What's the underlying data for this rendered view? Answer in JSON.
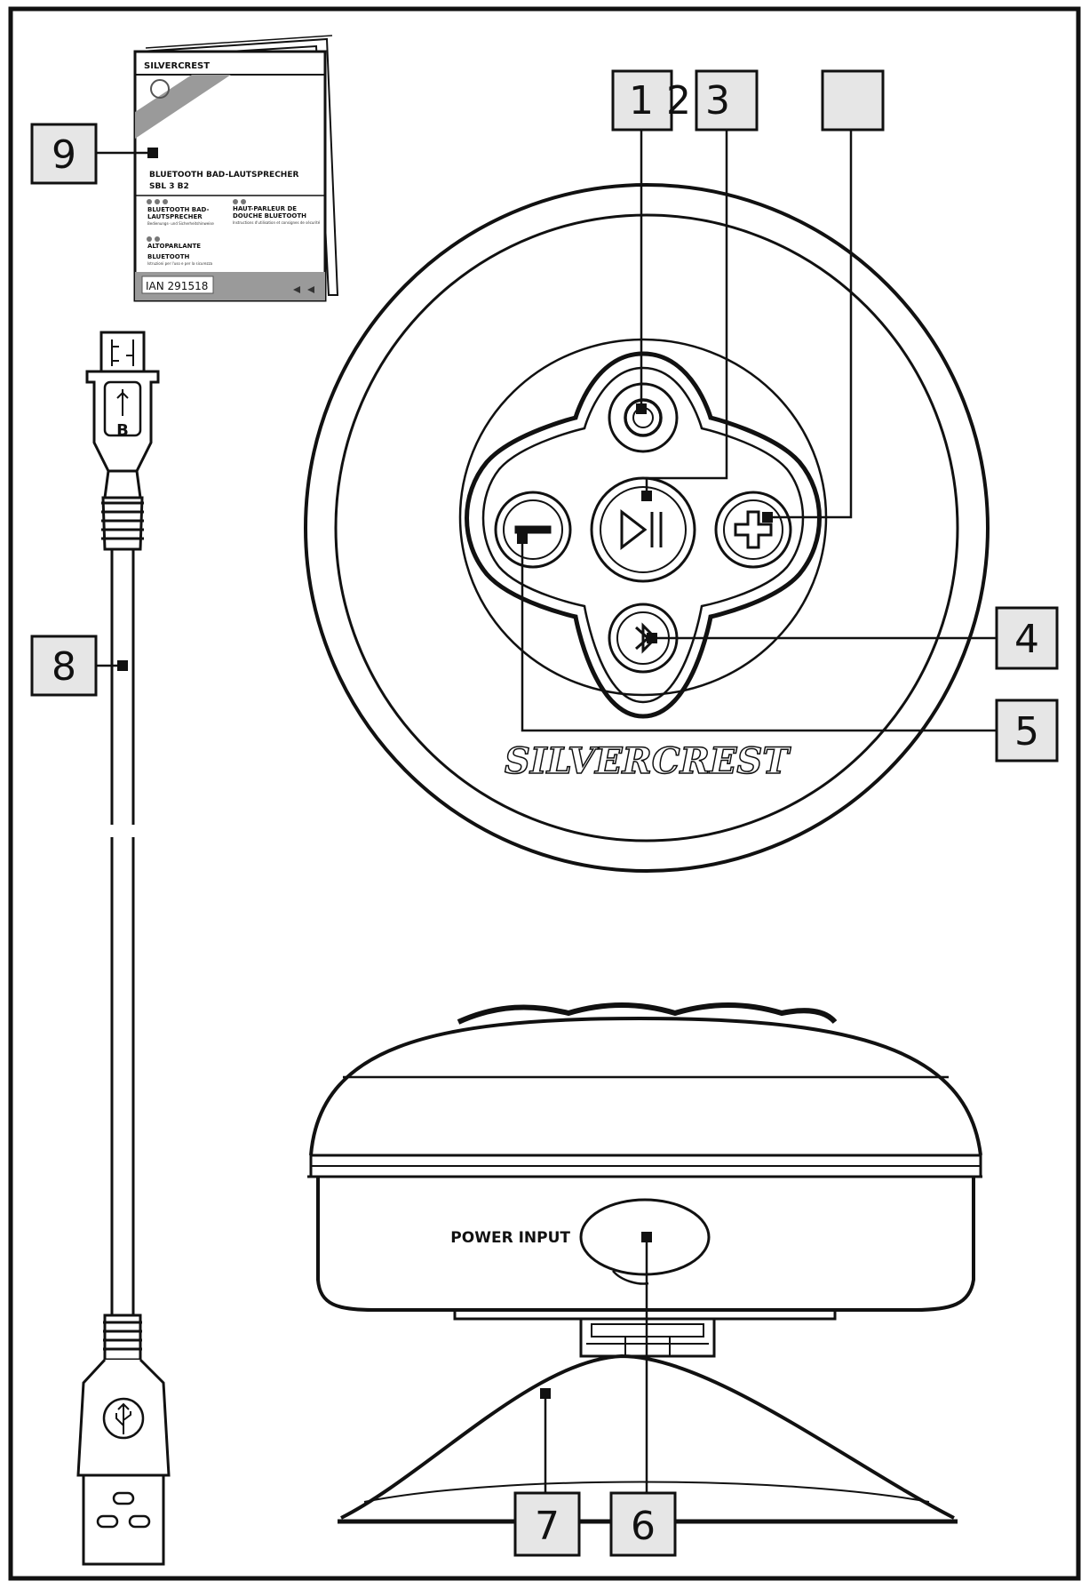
{
  "callouts": {
    "c1": "1",
    "c2": "2",
    "c3": "3",
    "c_blank": "",
    "c4": "4",
    "c5": "5",
    "c6": "6",
    "c7": "7",
    "c8": "8",
    "c9": "9"
  },
  "manual": {
    "header_logo": "SILVERCREST",
    "title_line1": "BLUETOOTH BAD-LAUTSPRECHER",
    "title_line2": "SBL 3 B2",
    "col1_title_a": "BLUETOOTH BAD-",
    "col1_title_b": "LAUTSPRECHER",
    "col1_sub": "Bedienungs- und Sicherheitshinweise",
    "col2_title_a": "HAUT-PARLEUR DE",
    "col2_title_b": "DOUCHE BLUETOOTH",
    "col2_sub": "Instructions d'utilisation et consignes de sécurité",
    "col3_title_a": "ALTOPARLANTE",
    "col3_title_b": "BLUETOOTH",
    "col3_sub": "Istruzioni per l'uso e per la sicurezza",
    "ian": "IAN 291518"
  },
  "speaker": {
    "brand": "SILVERCREST",
    "port_label": "POWER INPUT"
  },
  "cable": {
    "micro_plug_letter": "B"
  },
  "colors": {
    "line": "#111111",
    "callout_fill": "#e6e6e6",
    "manual_band": "#9a9a9a"
  },
  "icons": [
    "power-icon",
    "play-pause-icon",
    "minus-icon",
    "plus-icon",
    "bluetooth-icon",
    "usb-icon"
  ]
}
